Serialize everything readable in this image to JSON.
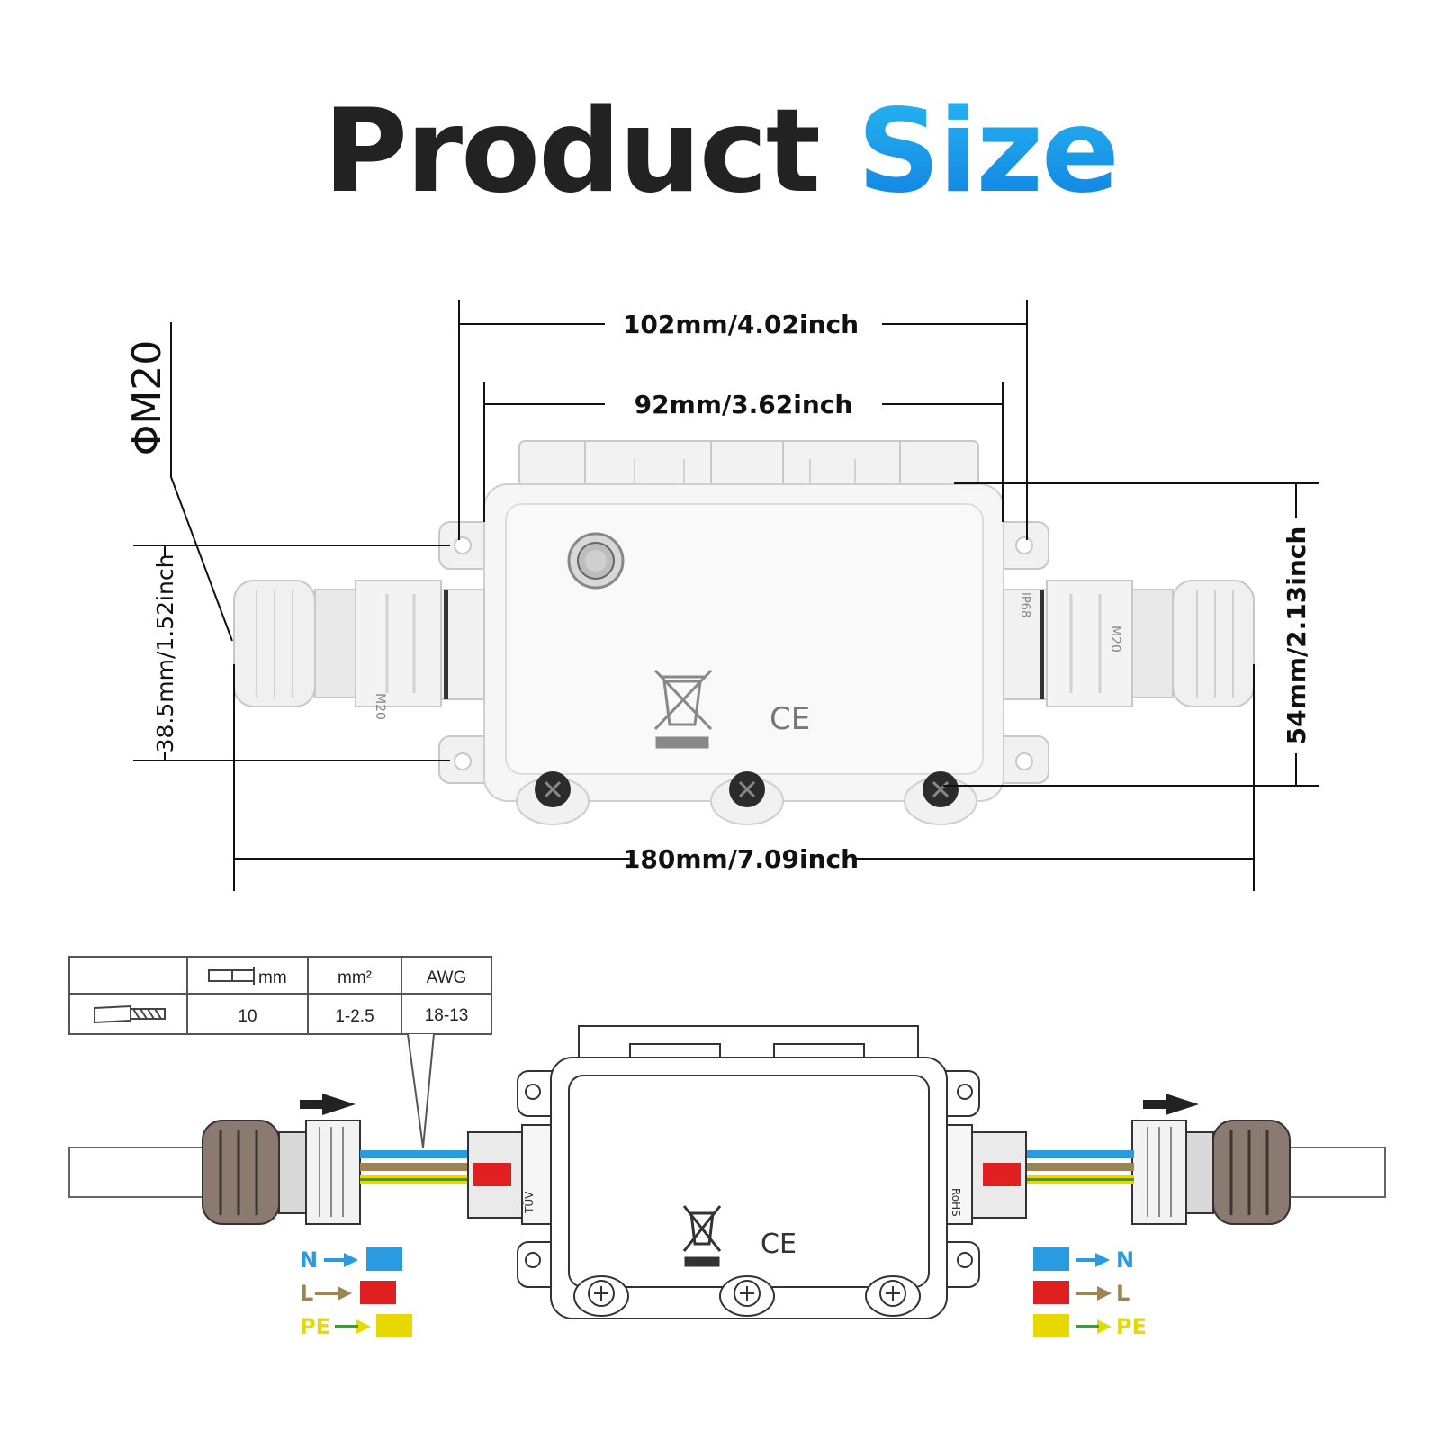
{
  "title": {
    "word1": "Product",
    "word2": "Size"
  },
  "dimensions": {
    "outer_width": "102mm/4.02inch",
    "inner_width": "92mm/3.62inch",
    "total_length": "180mm/7.09inch",
    "height": "54mm/2.13inch",
    "gland_width": "38.5mm/1.52inch",
    "thread": "ΦM20"
  },
  "box_marks": {
    "ce": "CE",
    "gland_size": "M20",
    "ip_rating": "IP68",
    "rohs": "RoHS",
    "tuv": "TÜV"
  },
  "wire_table": {
    "headers": [
      "",
      "mm",
      "mm²",
      "AWG"
    ],
    "row": [
      "",
      "10",
      "1-2.5",
      "18-13"
    ]
  },
  "legend": [
    {
      "label": "N",
      "color": "#2a9be0"
    },
    {
      "label": "L",
      "color": "#e02020"
    },
    {
      "label": "PE",
      "color": "#e6d800"
    }
  ],
  "colors": {
    "title_dark": "#222222",
    "title_accent": "#1a9ae8",
    "arrow_L": "#9b8556",
    "arrow_PE_yellow": "#e6d800",
    "arrow_PE_green": "#3a9c3a"
  }
}
